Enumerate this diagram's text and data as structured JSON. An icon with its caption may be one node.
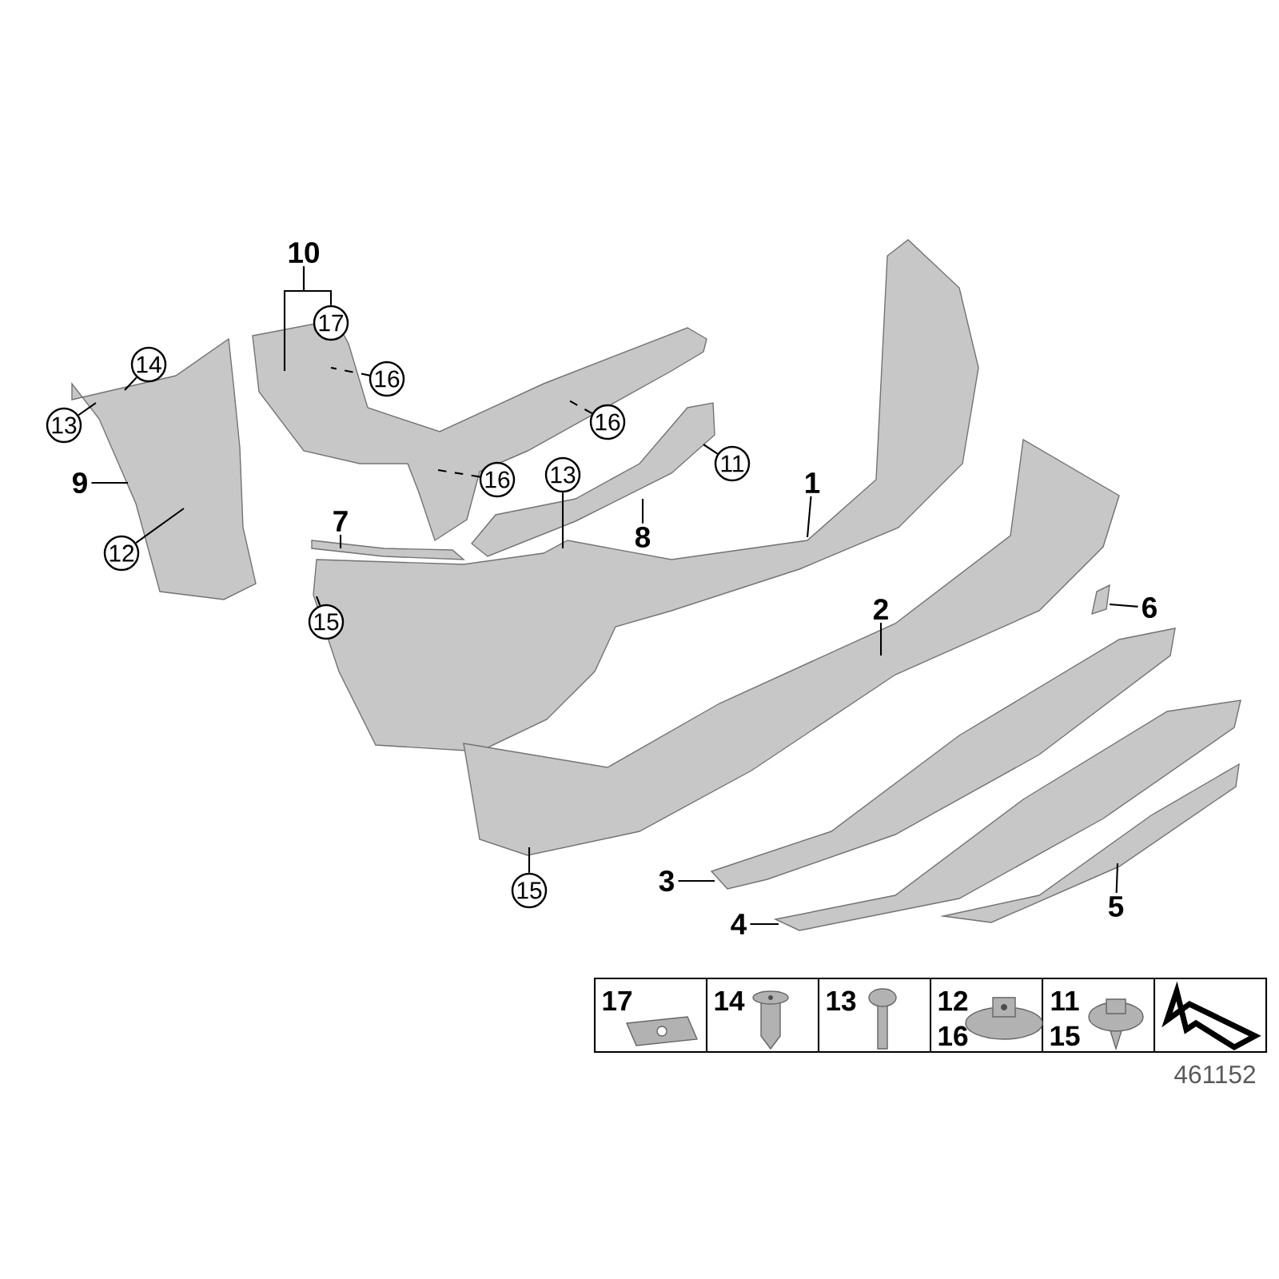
{
  "diagram": {
    "nodes": [
      {
        "text": [
          "10"
        ]
      },
      {
        "text": [
          "17"
        ]
      },
      {
        "text": [
          "14"
        ]
      },
      {
        "text": [
          "16"
        ]
      },
      {
        "text": [
          "13"
        ]
      },
      {
        "text": [
          "16"
        ]
      },
      {
        "text": [
          "11"
        ]
      },
      {
        "text": [
          "9"
        ]
      },
      {
        "text": [
          "16"
        ]
      },
      {
        "text": [
          "13"
        ]
      },
      {
        "text": [
          "1"
        ]
      },
      {
        "text": [
          "8"
        ]
      },
      {
        "text": [
          "7"
        ]
      },
      {
        "text": [
          "12"
        ]
      },
      {
        "text": [
          "15"
        ]
      },
      {
        "text": [
          "2"
        ]
      },
      {
        "text": [
          "6"
        ]
      },
      {
        "text": [
          "15"
        ]
      },
      {
        "text": [
          "3"
        ]
      },
      {
        "text": [
          "5"
        ]
      },
      {
        "text": [
          "4"
        ]
      },
      {
        "text": [],
        "shape": "picture"
      },
      {
        "text": [],
        "shape": "picture"
      },
      {
        "text": [],
        "shape": "picture"
      },
      {
        "text": [],
        "shape": "picture"
      },
      {
        "text": [],
        "shape": "picture"
      },
      {
        "text": [],
        "shape": "picture"
      },
      {
        "text": [],
        "shape": "picture"
      },
      {
        "text": [],
        "shape": "picture"
      },
      {
        "text": [],
        "shape": "picture"
      },
      {
        "text": [],
        "shape": "picture"
      }
    ],
    "edges": [
      {
        "from": 0,
        "to": 21,
        "arrow": "none"
      },
      {
        "from": 0,
        "to": 1,
        "arrow": "none"
      },
      {
        "from": 2,
        "to": 22,
        "arrow": "none"
      },
      {
        "from": 4,
        "to": 22,
        "arrow": "none"
      },
      {
        "from": 13,
        "to": 22,
        "arrow": "none"
      },
      {
        "from": 7,
        "to": 22,
        "arrow": "none"
      },
      {
        "from": 3,
        "to": 21,
        "arrow": "none",
        "style": "dashed"
      },
      {
        "from": 5,
        "to": 21,
        "arrow": "none",
        "style": "dashed"
      },
      {
        "from": 8,
        "to": 21,
        "arrow": "none",
        "style": "dashed"
      },
      {
        "from": 6,
        "to": 23,
        "arrow": "none"
      },
      {
        "from": 11,
        "to": 23,
        "arrow": "none"
      },
      {
        "from": 9,
        "to": 24,
        "arrow": "none"
      },
      {
        "from": 10,
        "to": 24,
        "arrow": "none"
      },
      {
        "from": 14,
        "to": 24,
        "arrow": "none"
      },
      {
        "from": 12,
        "to": 25,
        "arrow": "none"
      },
      {
        "from": 15,
        "to": 26,
        "arrow": "none"
      },
      {
        "from": 17,
        "to": 26,
        "arrow": "none"
      },
      {
        "from": 16,
        "to": 27,
        "arrow": "none"
      },
      {
        "from": 18,
        "to": 28,
        "arrow": "none"
      },
      {
        "from": 20,
        "to": 29,
        "arrow": "none"
      },
      {
        "from": 19,
        "to": 30,
        "arrow": "none"
      }
    ],
    "labels": [
      "17",
      "14",
      "13",
      "12",
      "11",
      "16",
      "15",
      "461152"
    ]
  }
}
